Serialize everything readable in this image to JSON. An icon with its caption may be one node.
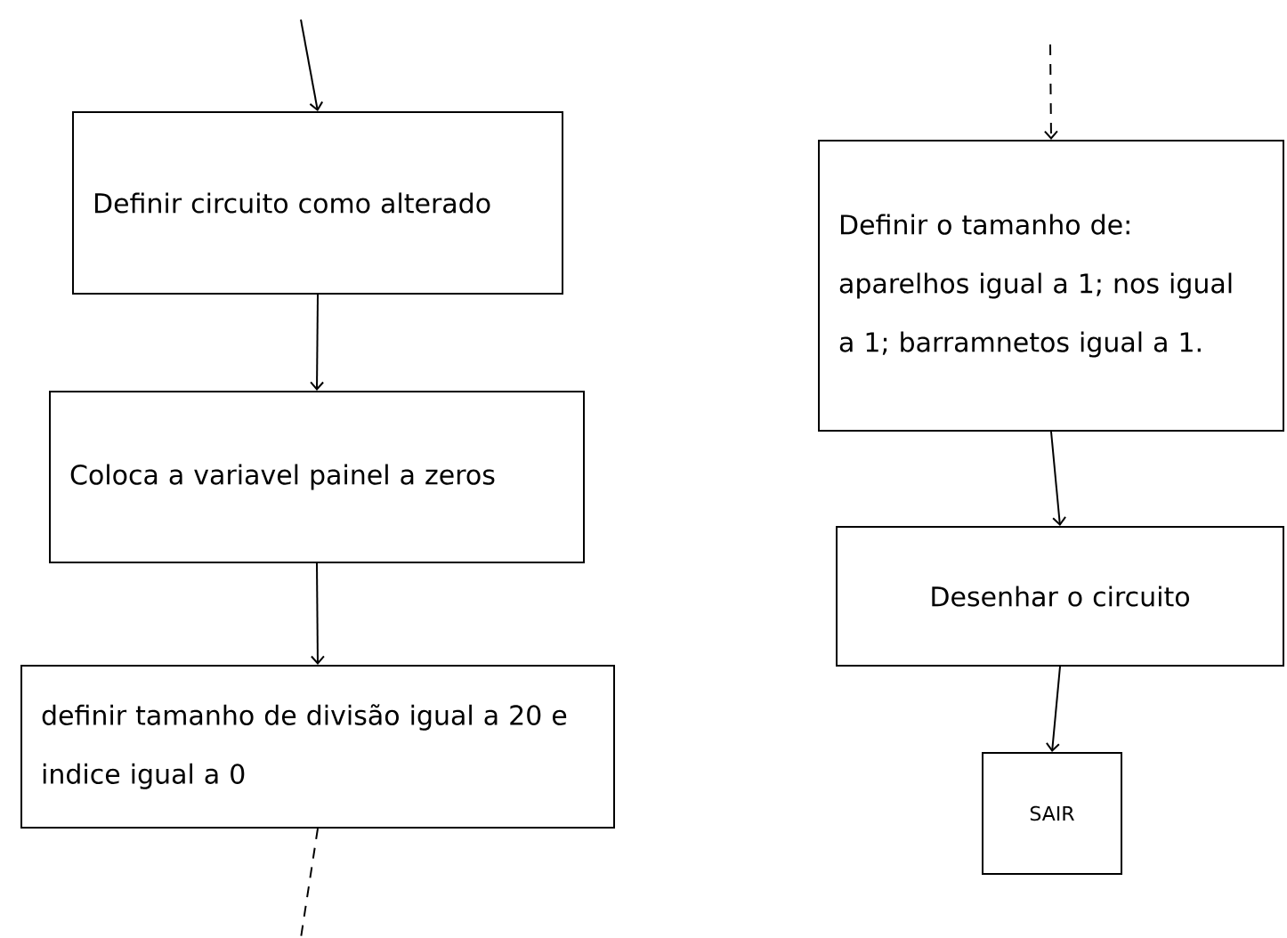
{
  "diagram": {
    "nodes": [
      {
        "text": [
          "Definir circuito como alterado"
        ]
      },
      {
        "text": [
          "Coloca a variavel painel a zeros"
        ]
      },
      {
        "text": [
          "definir tamanho de divisão igual a 20 e indice igual a 0"
        ]
      },
      {
        "text": [
          "Definir o tamanho de: aparelhos igual a 1; nos igual a 1; barramnetos igual a 1."
        ]
      },
      {
        "text": [
          "Desenhar o circuito"
        ]
      },
      {
        "text": [
          "SAIR"
        ]
      }
    ],
    "edges": [
      {
        "from": null,
        "to": 0,
        "arrow": "to"
      },
      {
        "from": 0,
        "to": 1,
        "arrow": "to"
      },
      {
        "from": 1,
        "to": 2,
        "arrow": "to"
      },
      {
        "from": 2,
        "to": null,
        "arrow": "none",
        "style": "dashed"
      },
      {
        "from": null,
        "to": 3,
        "arrow": "to",
        "style": "dashed"
      },
      {
        "from": 3,
        "to": 4,
        "arrow": "to"
      },
      {
        "from": 4,
        "to": 5,
        "arrow": "to"
      }
    ]
  }
}
